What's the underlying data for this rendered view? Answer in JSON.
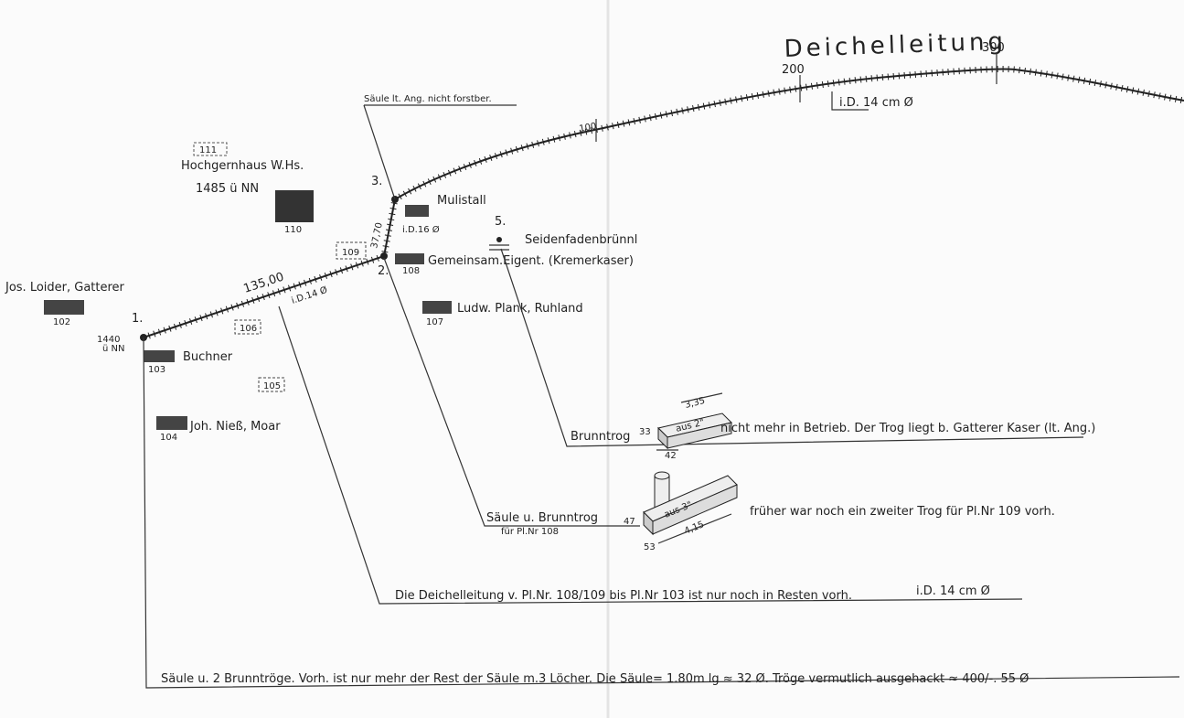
{
  "title": "Deichelleitung",
  "km_marks": [
    "100",
    "200",
    "300"
  ],
  "pipe_spec_main": "i.D. 14 cm Ø",
  "pipe_spec_mid": "i.D.16 Ø",
  "pipe_spec_low": "i.D.14 Ø",
  "segment_135": "135,00",
  "segment_37": "37,70",
  "points": {
    "p1": "1.",
    "p2": "2.",
    "p3": "3.",
    "p5": "5.",
    "p1_elev": "1440",
    "p1_elev_unit": "ü NN"
  },
  "note_top": "Säule lt. Ang. nicht forstber.",
  "hut": {
    "name": "Hochgernhaus W.Hs.",
    "elev": "1485 ü NN",
    "num": "110",
    "dashed_num": "111"
  },
  "buildings": {
    "b102": {
      "name": "Jos. Loider, Gatterer",
      "num": "102"
    },
    "b103": {
      "name": "Buchner",
      "num": "103"
    },
    "b104": {
      "name": "Joh. Nieß, Moar",
      "num": "104"
    },
    "b107": {
      "name": "Ludw. Plank, Ruhland",
      "num": "107"
    },
    "b108": {
      "name": "Gemeinsam.Eigent. (Kremerkaser)",
      "num": "108"
    },
    "mulistall": "Mulistall",
    "seidenfaden": "Seidenfadenbrünnl",
    "d106": "106",
    "d105": "105",
    "d109": "109"
  },
  "notes": {
    "brunntrog": "Brunntrog",
    "brunntrog_text": "nicht mehr in Betrieb. Der Trog liegt b. Gatterer Kaser (lt. Ang.)",
    "saeule": "Säule u. Brunntrog",
    "saeule_sub": "für Pl.Nr 108",
    "saeule_text": "früher war noch ein zweiter Trog für Pl.Nr 109 vorh.",
    "deichel_text": "Die Deichelleitung v. Pl.Nr. 108/109 bis Pl.Nr 103 ist nur noch in Resten vorh.",
    "deichel_spec": "i.D. 14 cm Ø",
    "bottom_text": "Säule u. 2 Brunntröge. Vorh. ist nur mehr der Rest der Säule m.3 Löcher. Die Säule= 1.80m lg ≈ 32 Ø. Tröge vermutlich ausgehackt ≈ 400/-. 55 Ø"
  },
  "trough1": {
    "d1": "3,35",
    "d2": "33",
    "d3": "42",
    "mat": "aus 2\""
  },
  "trough2": {
    "d1": "4,15",
    "d2": "47",
    "d3": "53",
    "mat": "aus 3\""
  }
}
